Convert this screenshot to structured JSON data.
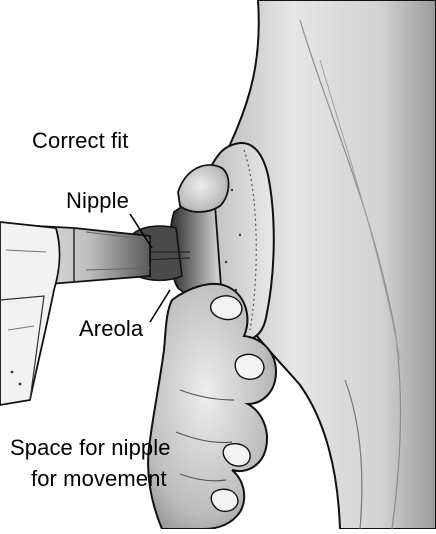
{
  "labels": {
    "title": "Correct fit",
    "nipple": "Nipple",
    "areola": "Areola",
    "space_line1": "Space for nipple",
    "space_line2": "for movement"
  },
  "colors": {
    "background": "#ffffff",
    "ink": "#000000",
    "skin_light": "#e2e2e2",
    "skin_mid": "#a8a8a8",
    "flange_dark": "#3a3a3a"
  }
}
